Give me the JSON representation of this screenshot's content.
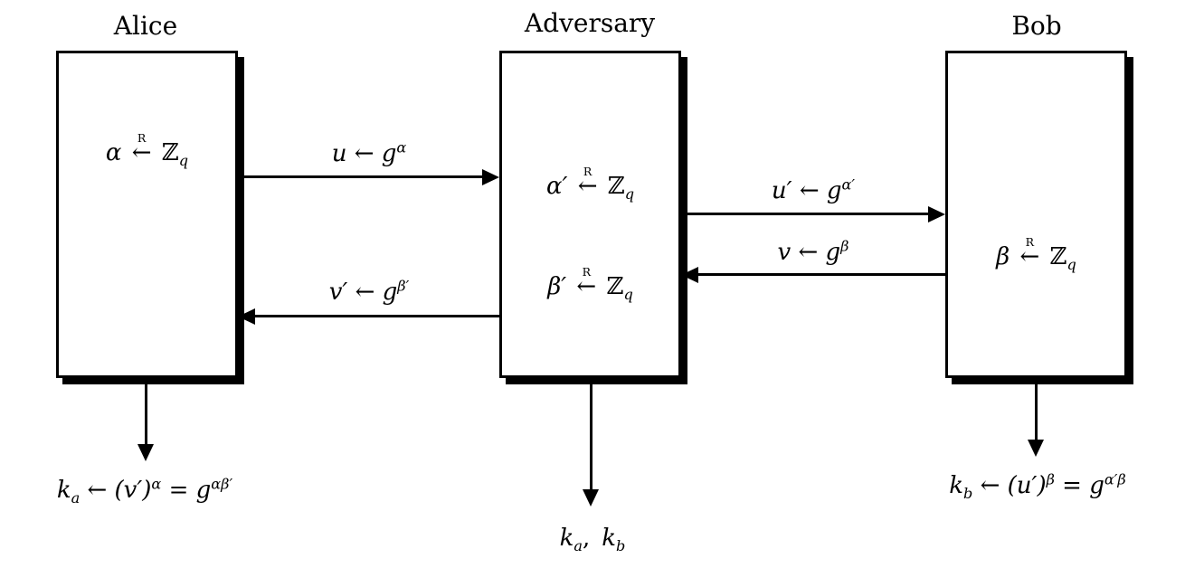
{
  "parties": {
    "alice": {
      "label": "Alice",
      "lines": [
        "α § ℤ_{q}"
      ],
      "result": "k_{a} ← (v′)^{α} = g^{αβ′}"
    },
    "adversary": {
      "label": "Adversary",
      "lines": [
        "α′ § ℤ_{q}",
        "β′ § ℤ_{q}"
      ],
      "result": "k_{a}, k_{b}"
    },
    "bob": {
      "label": "Bob",
      "lines": [
        "β § ℤ_{q}"
      ],
      "result": "k_{b} ← (u′)^{β} = g^{α′β}"
    }
  },
  "messages": {
    "alice_to_adversary": "u ← g^{α}",
    "adversary_to_bob": "u′ ← g^{α′}",
    "bob_to_adversary": "v ← g^{β}",
    "adversary_to_alice": "v′ ← g^{β′}"
  },
  "rarrow_label": "R"
}
